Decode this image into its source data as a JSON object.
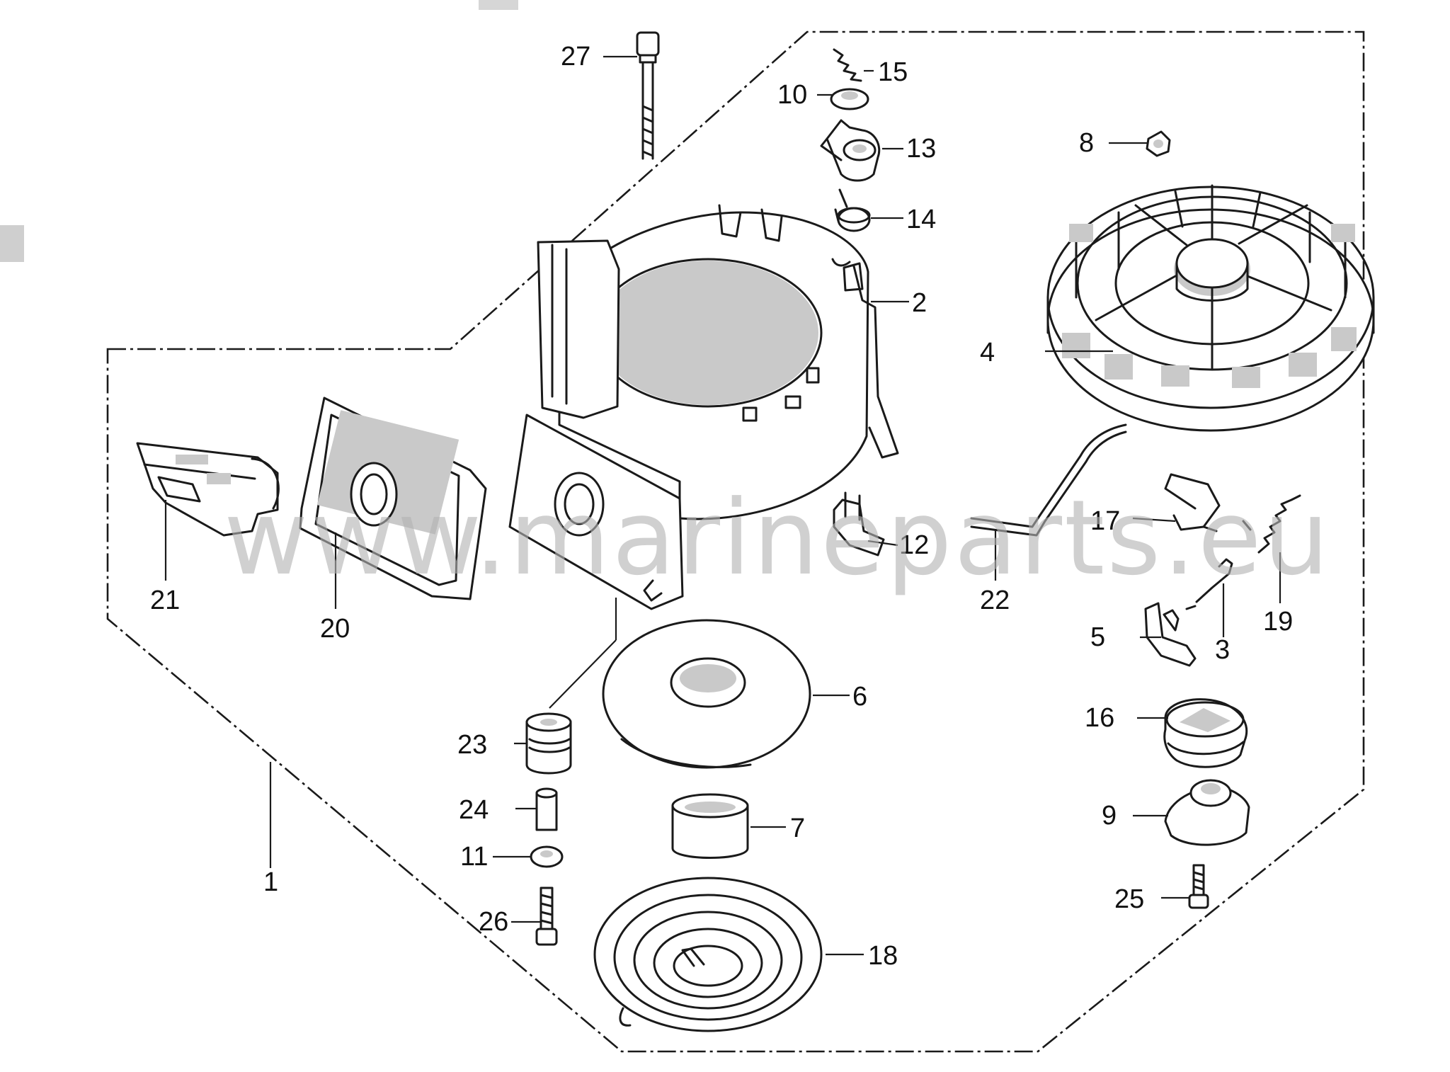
{
  "watermark": "www.marineparts.eu",
  "labels": {
    "p1": "1",
    "p2": "2",
    "p3": "3",
    "p4": "4",
    "p5": "5",
    "p6": "6",
    "p7": "7",
    "p8": "8",
    "p9": "9",
    "p10": "10",
    "p11": "11",
    "p12": "12",
    "p13": "13",
    "p14": "14",
    "p15": "15",
    "p16": "16",
    "p17": "17",
    "p18": "18",
    "p19": "19",
    "p20": "20",
    "p21": "21",
    "p22": "22",
    "p23": "23",
    "p24": "24",
    "p25": "25",
    "p26": "26",
    "p27": "27"
  }
}
